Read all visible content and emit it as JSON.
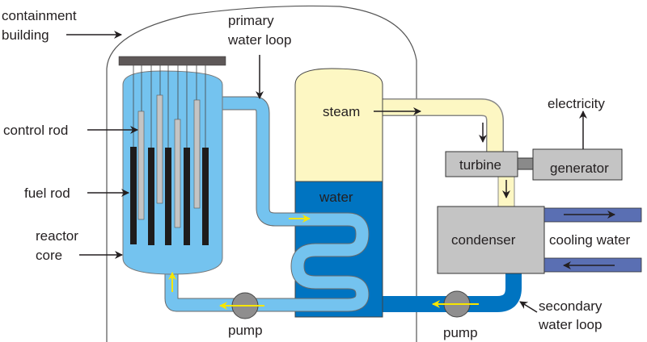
{
  "title": "Pressurized water reactor diagram",
  "colors": {
    "primary_water": "#74c3ef",
    "secondary_water": "#0074c1",
    "steam": "#fdf7c3",
    "cooling_water": "#5a6fb3",
    "machine_gray": "#c4c4c4",
    "fuel_rod": "#1e1c1c",
    "rod_holder": "#5e5858",
    "flow_arrow": "#f7e600"
  },
  "labels": {
    "containment_line1": "containment",
    "containment_line2": "building",
    "primary_line1": "primary",
    "primary_line2": "water loop",
    "control_rod": "control rod",
    "fuel_rod": "fuel rod",
    "reactor_line1": "reactor",
    "reactor_line2": "core",
    "steam": "steam",
    "water": "water",
    "electricity": "electricity",
    "turbine": "turbine",
    "generator": "generator",
    "condenser": "condenser",
    "cooling_water": "cooling water",
    "pump_primary": "pump",
    "pump_secondary": "pump",
    "secondary_line1": "secondary",
    "secondary_line2": "water loop"
  }
}
